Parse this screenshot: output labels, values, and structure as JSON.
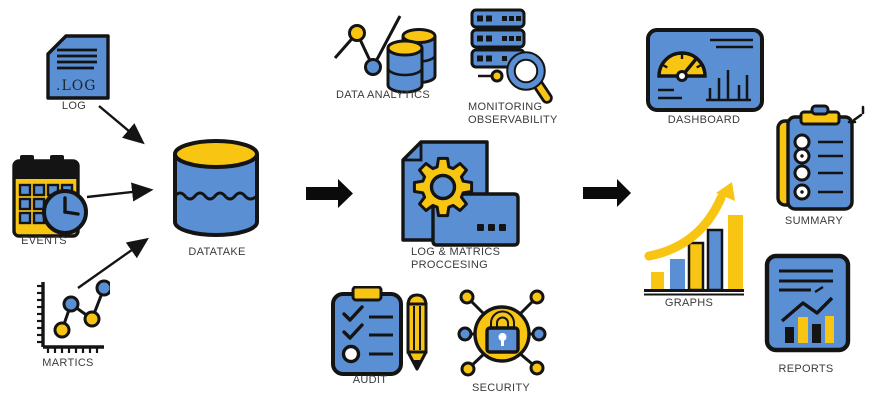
{
  "diagram": {
    "colors": {
      "blue": "#5B8FD4",
      "yellow": "#F8C513",
      "outline": "#141414",
      "label_text": "#3b3b3b"
    },
    "nodes": {
      "log": {
        "label": "LOG",
        "doc_text": ".LOG"
      },
      "events": {
        "label": "EVENTS"
      },
      "martics": {
        "label": "MARTICS"
      },
      "datatake": {
        "label": "DATATAKE"
      },
      "data_analytics": {
        "label": "DATA ANALYTICS"
      },
      "monitoring": {
        "label_line1": "MONITORING",
        "label_line2": "OBSERVABILITY"
      },
      "processing": {
        "label_line1": "LOG & MATRICS",
        "label_line2": "PROCCESING"
      },
      "audit": {
        "label": "AUDIT"
      },
      "security": {
        "label": "SECURITY"
      },
      "dashboard": {
        "label": "DASHBOARD"
      },
      "summary": {
        "label": "SUMMARY"
      },
      "graphs": {
        "label": "GRAPHS"
      },
      "reports": {
        "label": "REPORTS"
      }
    },
    "edges": [
      {
        "from": "log",
        "to": "datatake"
      },
      {
        "from": "events",
        "to": "datatake"
      },
      {
        "from": "martics",
        "to": "datatake"
      },
      {
        "from": "datatake",
        "to": "processing-stage"
      },
      {
        "from": "processing-stage",
        "to": "output-stage"
      }
    ]
  }
}
